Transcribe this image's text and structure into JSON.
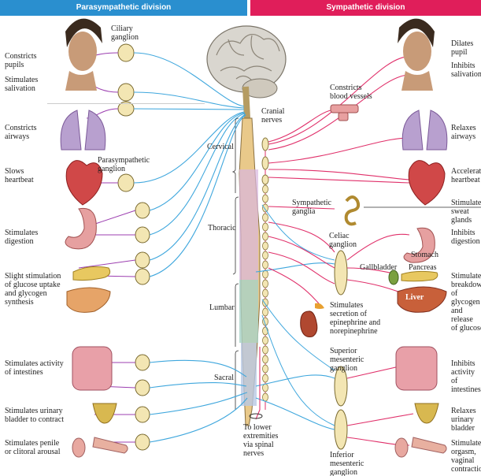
{
  "headers": {
    "parasympathetic": "Parasympathetic division",
    "sympathetic": "Sympathetic division"
  },
  "left_effects": {
    "pupils": "Constricts\npupils",
    "salivation": "Stimulates\nsalivation",
    "airways": "Constricts\nairways",
    "heartbeat": "Slows\nheartbeat",
    "digestion": "Stimulates\ndigestion",
    "glucose": "Slight stimulation\nof glucose uptake\nand glycogen\nsynthesis",
    "intestines": "Stimulates activity\nof intestines",
    "bladder": "Stimulates urinary\nbladder to contract",
    "arousal": "Stimulates penile\nor clitoral arousal"
  },
  "right_effects": {
    "pupil": "Dilates\npupil",
    "salivation": "Inhibits\nsalivation",
    "airways": "Relaxes\nairways",
    "heartbeat": "Accelerates\nheartbeat",
    "sweat": "Stimulates\nsweat glands",
    "digestion": "Inhibits\ndigestion",
    "glycogen": "Stimulates\nbreakdown\nof glycogen\nand release\nof glucose",
    "intestines": "Inhibits\nactivity\nof intestines",
    "bladder": "Relaxes\nurinary\nbladder",
    "orgasm": "Stimulates\norgasm,\nvaginal\ncontractions"
  },
  "center_labels": {
    "ciliary": "Ciliary\nganglion",
    "cranial": "Cranial\nnerves",
    "cervical": "Cervical",
    "thoracic": "Thoracic",
    "lumbar": "Lumbar",
    "sacral": "Sacral",
    "para_ganglion": "Parasympathetic\nganglion",
    "blood_vessels": "Constricts\nblood vessels",
    "symp_ganglia": "Sympathetic\nganglia",
    "celiac": "Celiac\nganglion",
    "stomach": "Stomach",
    "gallbladder": "Gallbladder",
    "pancreas": "Pancreas",
    "liver": "Liver",
    "adrenal": "Stimulates\nsecretion of\nepinephrine and\nnorepinephrine",
    "superior": "Superior\nmesenteric\nganglion",
    "inferior": "Inferior\nmesenteric\nganglion",
    "lower": "To lower\nextremities\nvia spinal\nnerves"
  },
  "colors": {
    "parasympathetic": "#3fa7dd",
    "sympathetic": "#e0306a",
    "preganglionic_para": "#9c3fb0",
    "ganglion_fill": "#f3e6b3",
    "spinal_cord": "#f0d9a0"
  }
}
